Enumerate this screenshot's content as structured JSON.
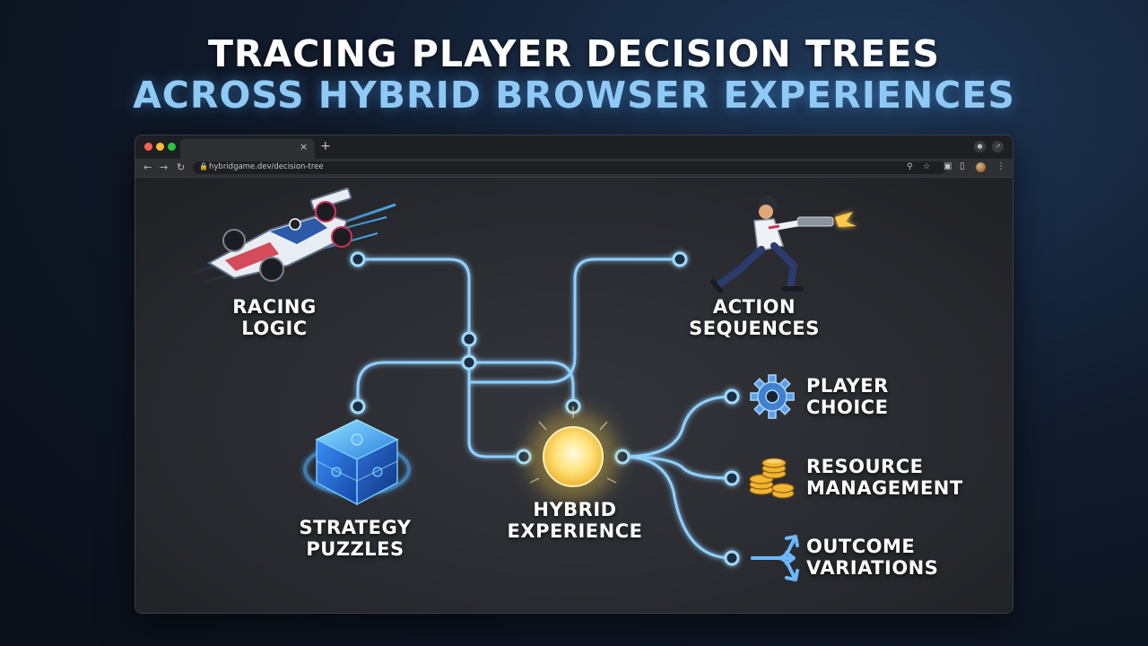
{
  "header": {
    "line1": "TRACING PLAYER DECISION TREES",
    "line2": "ACROSS HYBRID BROWSER EXPERIENCES"
  },
  "browser": {
    "tab_close": "×",
    "tab_new": "+",
    "url": "hybridgame.dev/decision-tree",
    "nav_back": "←",
    "nav_forward": "→",
    "nav_reload": "↻"
  },
  "nodes": {
    "racing": {
      "line1": "RACING",
      "line2": "LOGIC",
      "icon": "race-car-icon"
    },
    "action": {
      "line1": "ACTION",
      "line2": "SEQUENCES",
      "icon": "running-shooter-icon"
    },
    "strategy": {
      "line1": "STRATEGY",
      "line2": "PUZZLES",
      "icon": "puzzle-cube-icon"
    },
    "hybrid": {
      "line1": "HYBRID",
      "line2": "EXPERIENCE",
      "icon": "glowing-orb-icon"
    },
    "player": {
      "line1": "PLAYER",
      "line2": "CHOICE",
      "icon": "gear-icon"
    },
    "resource": {
      "line1": "RESOURCE",
      "line2": "MANAGEMENT",
      "icon": "coins-icon"
    },
    "outcome": {
      "line1": "OUTCOME",
      "line2": "VARIATIONS",
      "icon": "branching-arrows-icon"
    }
  },
  "colors": {
    "connector": "#8fd0ff",
    "title_accent": "#8ecaf5",
    "orb": "#ffe27a",
    "traffic_red": "#ff5f57",
    "traffic_yellow": "#febc2e",
    "traffic_green": "#28c840"
  }
}
